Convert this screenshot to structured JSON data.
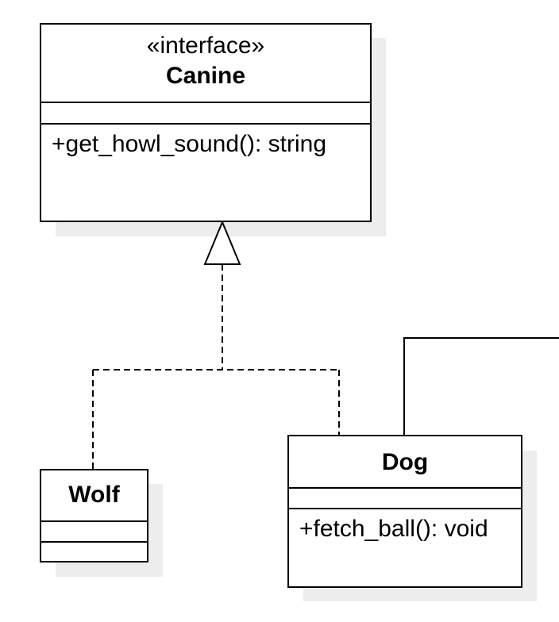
{
  "diagram": {
    "type": "UML class diagram",
    "classes": [
      {
        "id": "canine",
        "stereotype": "«interface»",
        "name": "Canine",
        "attributes": [],
        "methods": [
          "+get_howl_sound(): string"
        ]
      },
      {
        "id": "wolf",
        "stereotype": "",
        "name": "Wolf",
        "attributes": [],
        "methods": []
      },
      {
        "id": "dog",
        "stereotype": "",
        "name": "Dog",
        "attributes": [],
        "methods": [
          "+fetch_ball(): void"
        ]
      }
    ],
    "relationships": [
      {
        "type": "realization",
        "from": "Wolf",
        "to": "Canine",
        "line_style": "dashed",
        "arrowhead": "hollow-triangle"
      },
      {
        "type": "realization",
        "from": "Dog",
        "to": "Canine",
        "line_style": "dashed",
        "arrowhead": "hollow-triangle"
      },
      {
        "type": "association",
        "from": "Dog",
        "to": "",
        "line_style": "solid",
        "arrowhead": "none"
      }
    ],
    "colors": {
      "stroke": "#000000",
      "fill": "#ffffff",
      "shadow": "#ededed"
    }
  }
}
